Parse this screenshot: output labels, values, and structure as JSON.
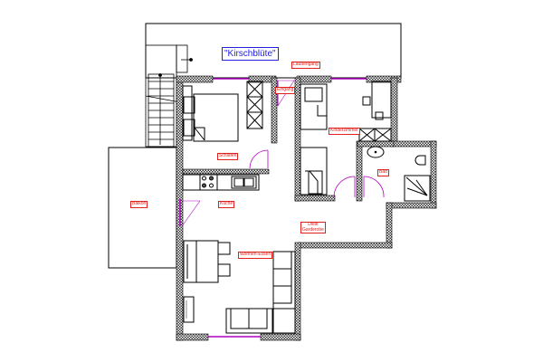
{
  "title": "\"Kirschblüte\"",
  "rooms": {
    "laubengang": "Laubengang",
    "eingang": "Eingang",
    "kinderzimmer": "Kinderzimmer",
    "schlafen": "Schlafen",
    "bad": "Bad",
    "kueche": "Küche",
    "diele": "Diele\nGarderobe",
    "wohnen": "Wohnen-Essen",
    "balkon": "Balkon"
  },
  "colors": {
    "wall": "#555555",
    "door": "#b000c0",
    "label": "#e0201a",
    "title": "#2020e0"
  }
}
